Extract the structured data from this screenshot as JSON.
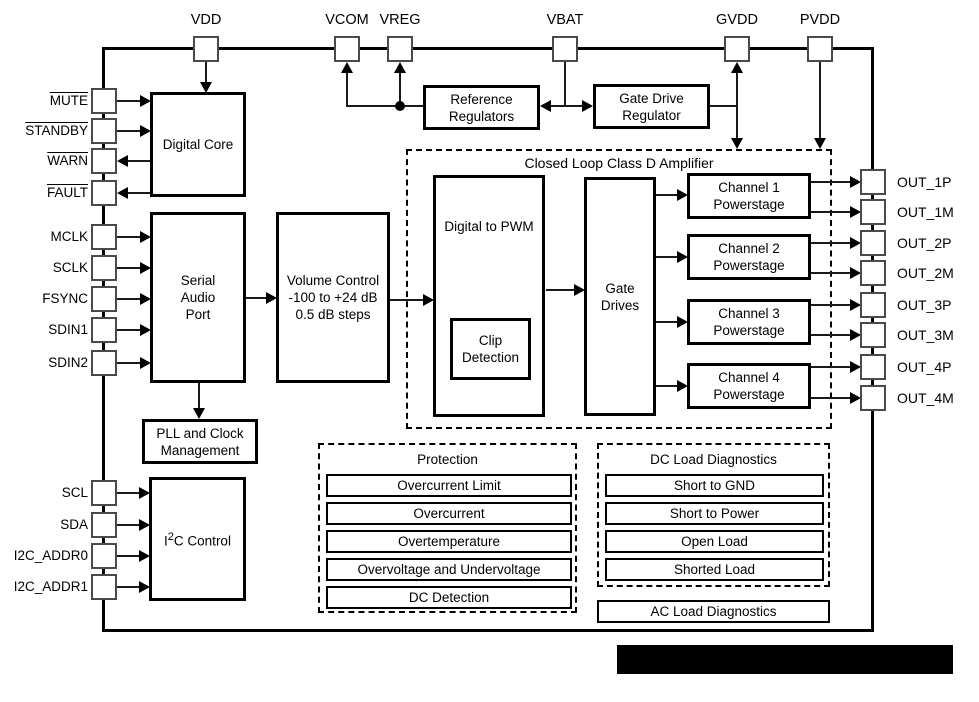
{
  "pins": {
    "top": [
      "VDD",
      "VCOM",
      "VREG",
      "VBAT",
      "GVDD",
      "PVDD"
    ],
    "left": [
      "MUTE",
      "STANDBY",
      "WARN",
      "FAULT",
      "MCLK",
      "SCLK",
      "FSYNC",
      "SDIN1",
      "SDIN2",
      "SCL",
      "SDA",
      "I2C_ADDR0",
      "I2C_ADDR1"
    ],
    "right": [
      "OUT_1P",
      "OUT_1M",
      "OUT_2P",
      "OUT_2M",
      "OUT_3P",
      "OUT_3M",
      "OUT_4P",
      "OUT_4M"
    ]
  },
  "blocks": {
    "digital_core": "Digital Core",
    "serial_audio_port": "Serial\nAudio\nPort",
    "volume_control": "Volume Control\n-100 to +24 dB\n0.5 dB steps",
    "pll": "PLL and Clock\nManagement",
    "i2c": {
      "prefix": "I",
      "sup": "2",
      "suffix": "C Control"
    },
    "reference_regulators": "Reference\nRegulators",
    "gate_drive_regulator": "Gate Drive\nRegulator",
    "digital_to_pwm": "Digital to PWM",
    "clip_detection": "Clip\nDetection",
    "gate_drives": "Gate\nDrives",
    "channel1": "Channel 1\nPowerstage",
    "channel2": "Channel 2\nPowerstage",
    "channel3": "Channel 3\nPowerstage",
    "channel4": "Channel 4\nPowerstage"
  },
  "groups": {
    "class_d_title": "Closed Loop Class D Amplifier",
    "protection": {
      "title": "Protection",
      "items": [
        "Overcurrent Limit",
        "Overcurrent",
        "Overtemperature",
        "Overvoltage and Undervoltage",
        "DC Detection"
      ]
    },
    "dc_load": {
      "title": "DC Load Diagnostics",
      "items": [
        "Short to GND",
        "Short to Power",
        "Open Load",
        "Shorted Load"
      ]
    },
    "ac_load": "AC Load Diagnostics"
  },
  "colors": {
    "line": "#000000",
    "background": "#ffffff",
    "redaction": "#000000"
  }
}
